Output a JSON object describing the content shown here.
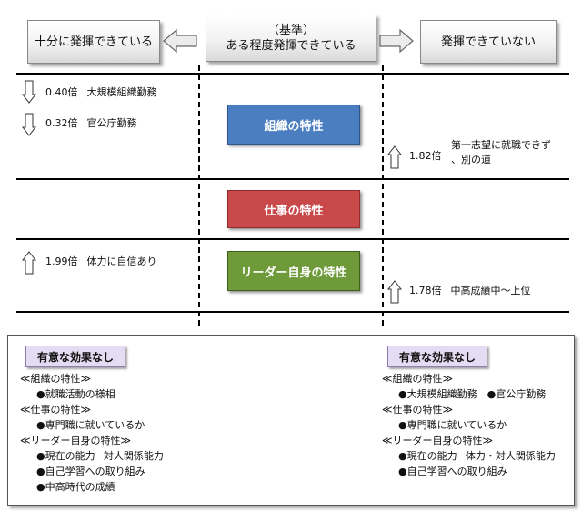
{
  "header": {
    "left_label": "十分に発揮できている",
    "center_line1": "（基準）",
    "center_line2": "ある程度発揮できている",
    "right_label": "発揮できていない"
  },
  "categories": {
    "organization": "組織の特性",
    "job": "仕事の特性",
    "leader": "リーダー自身の特性"
  },
  "colors": {
    "organization": "#4a7ec1",
    "job": "#c9484a",
    "leader": "#6e9a3a",
    "badge": "#e4dcf2"
  },
  "effects": {
    "org_left_1": {
      "direction": "down",
      "value": "0.40倍",
      "label": "大規模組織勤務"
    },
    "org_left_2": {
      "direction": "down",
      "value": "0.32倍",
      "label": "官公庁勤務"
    },
    "org_right_1": {
      "direction": "up",
      "value": "1.82倍",
      "label_line1": "第一志望に就職できず",
      "label_line2": "、別の道"
    },
    "leader_left_1": {
      "direction": "up",
      "value": "1.99倍",
      "label": "体力に自信あり"
    },
    "leader_right_1": {
      "direction": "up",
      "value": "1.78倍",
      "label": "中高成績中〜上位"
    }
  },
  "no_effect_left": {
    "title": "有意な効果なし",
    "lines": [
      {
        "text": "≪組織の特性≫",
        "indent": false
      },
      {
        "text": "●就職活動の様相",
        "indent": true
      },
      {
        "text": "≪仕事の特性≫",
        "indent": false
      },
      {
        "text": "●専門職に就いているか",
        "indent": true
      },
      {
        "text": "≪リーダー自身の特性≫",
        "indent": false
      },
      {
        "text": "●現在の能力−対人関係能力",
        "indent": true
      },
      {
        "text": "●自己学習への取り組み",
        "indent": true
      },
      {
        "text": "●中高時代の成績",
        "indent": true
      }
    ]
  },
  "no_effect_right": {
    "title": "有意な効果なし",
    "lines": [
      {
        "text": "≪組織の特性≫",
        "indent": false
      },
      {
        "text": "●大規模組織勤務　●官公庁勤務",
        "indent": true
      },
      {
        "text": "≪仕事の特性≫",
        "indent": false
      },
      {
        "text": "●専門職に就いているか",
        "indent": true
      },
      {
        "text": "≪リーダー自身の特性≫",
        "indent": false
      },
      {
        "text": "●現在の能力−体力・対人関係能力",
        "indent": true
      },
      {
        "text": "●自己学習への取り組み",
        "indent": true
      }
    ]
  }
}
